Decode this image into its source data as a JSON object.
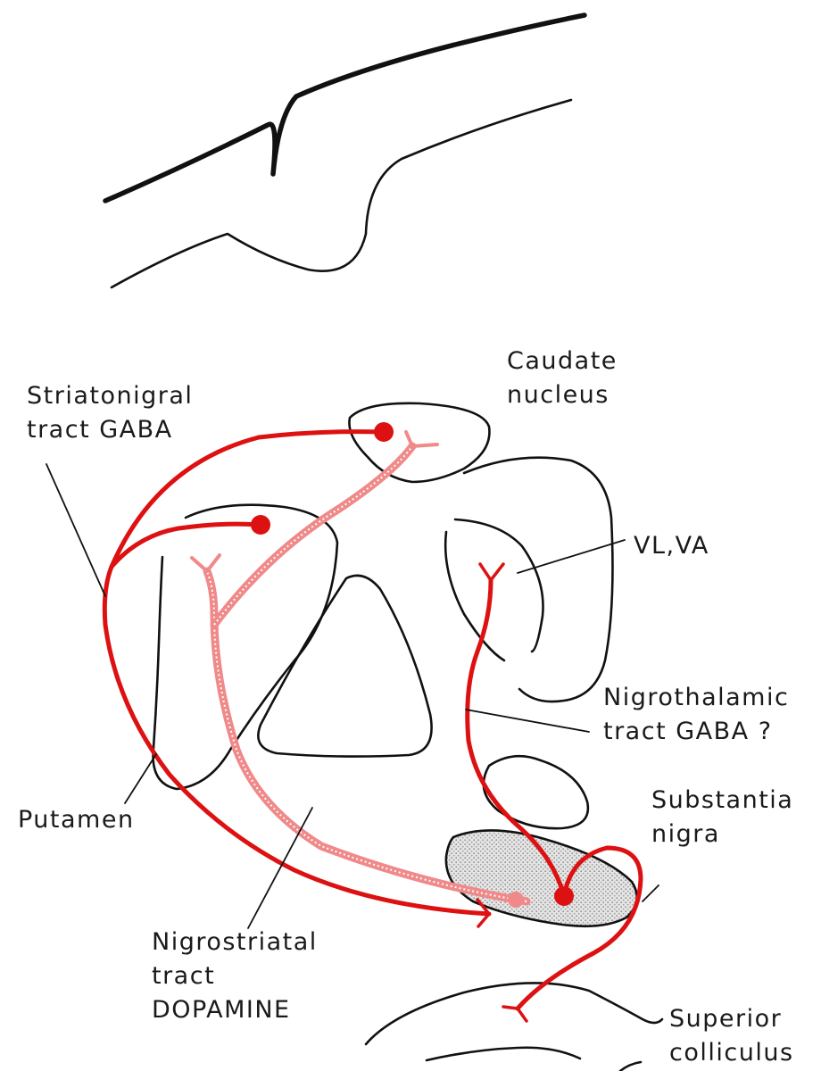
{
  "labels": {
    "caudate": [
      "Caudate",
      "nucleus"
    ],
    "striatonigral": [
      "Striatonigral",
      "tract  GABA"
    ],
    "vl_va": "VL,VA",
    "nigrothalamic": [
      "Nigrothalamic",
      "tract  GABA ?"
    ],
    "substantia_nigra": [
      "Substantia",
      "nigra"
    ],
    "putamen": "Putamen",
    "nigrostriatal": [
      "Nigrostriatal",
      "tract",
      "DOPAMINE"
    ],
    "superior_colliculus": [
      "Superior",
      "colliculus"
    ]
  },
  "colors": {
    "gaba_tract": "#dd1111",
    "dopamine_tract": "#f08a8a",
    "outline": "#111111",
    "nigra_fill": "#d0d0d0"
  }
}
